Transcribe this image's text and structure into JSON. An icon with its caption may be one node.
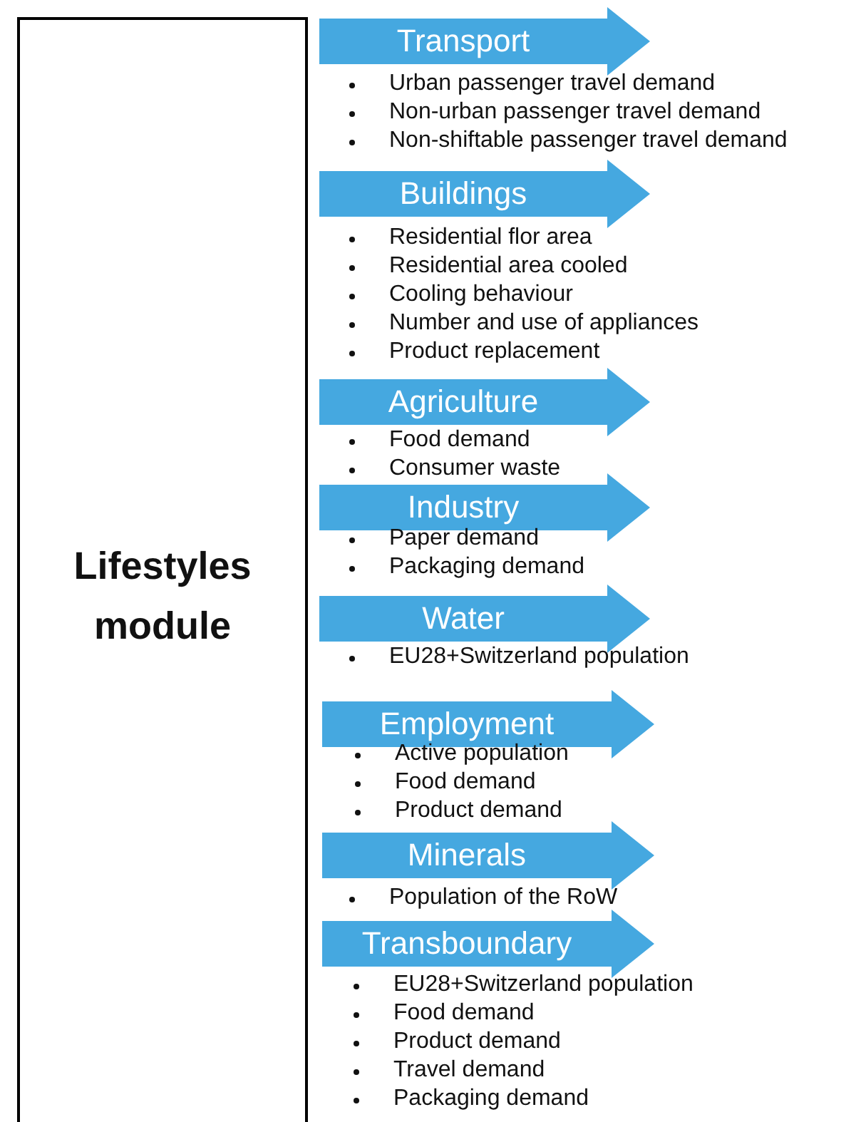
{
  "diagram": {
    "nodes": [
      {
        "text": [
          "Lifestyles module"
        ]
      },
      {
        "text": [
          "Transport"
        ],
        "beside": [
          "Urban passenger travel demand",
          "Non-urban passenger travel demand",
          "Non-shiftable passenger travel demand"
        ]
      },
      {
        "text": [
          "Buildings"
        ],
        "beside": [
          "Residential flor area",
          "Residential area cooled",
          "Cooling behaviour",
          "Number and use of appliances",
          "Product replacement"
        ]
      },
      {
        "text": [
          "Agriculture"
        ],
        "beside": [
          "Food demand",
          "Consumer waste"
        ]
      },
      {
        "text": [
          "Industry"
        ],
        "beside": [
          "Paper demand",
          "Packaging demand"
        ]
      },
      {
        "text": [
          "Water"
        ],
        "beside": [
          "EU28+Switzerland population"
        ]
      },
      {
        "text": [
          "Employment"
        ],
        "beside": [
          "Active population",
          "Food demand",
          "Product demand"
        ]
      },
      {
        "text": [
          "Minerals"
        ],
        "beside": [
          "Population of the RoW"
        ]
      },
      {
        "text": [
          "Transboundary"
        ],
        "beside": [
          "EU28+Switzerland population",
          "Food demand",
          "Product demand",
          "Travel demand",
          "Packaging demand"
        ]
      }
    ],
    "edges": []
  }
}
